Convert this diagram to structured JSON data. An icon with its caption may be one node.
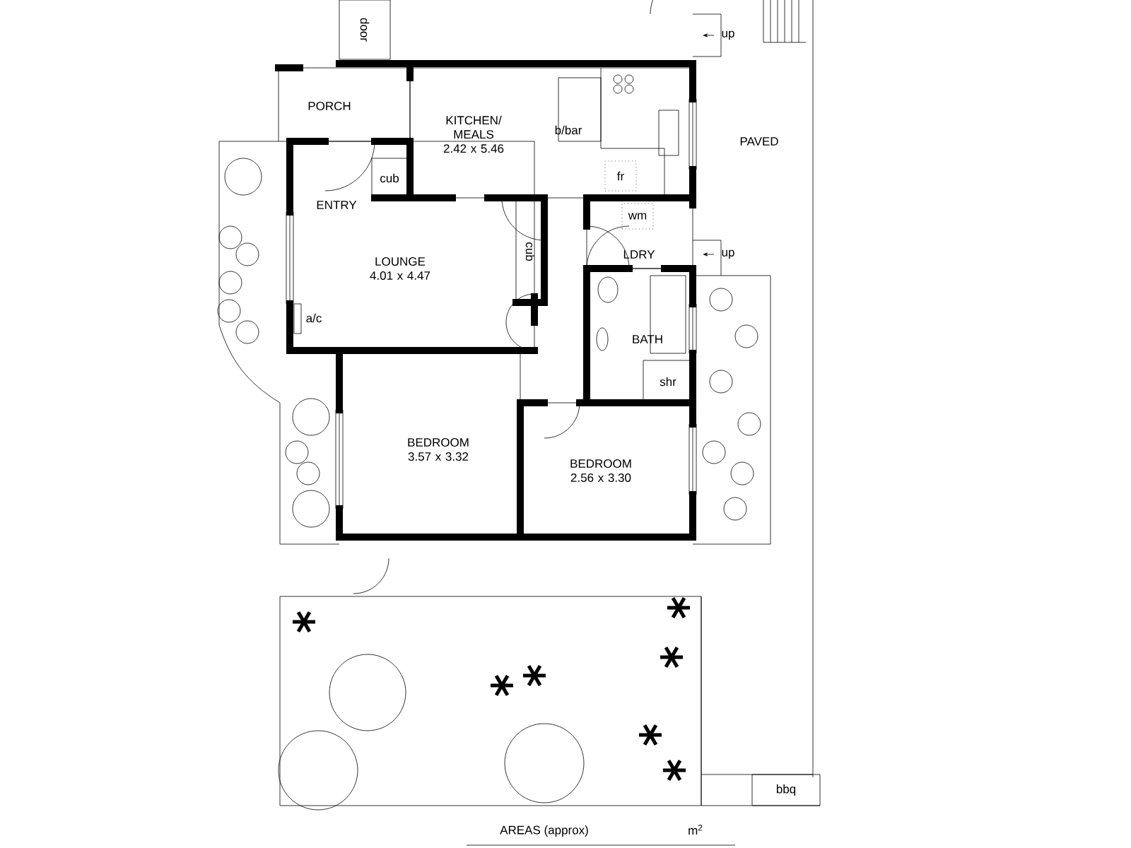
{
  "diagram": {
    "nodes": [
      {
        "text": [
          "door"
        ]
      },
      {
        "text": [
          "PORCH"
        ]
      },
      {
        "text": [
          "KITCHEN/ MEALS",
          "2.42 x 5.46"
        ]
      },
      {
        "text": [
          "cub"
        ],
        "in": 6
      },
      {
        "text": [
          "fr"
        ],
        "in": 2
      },
      {
        "text": [
          "wm"
        ],
        "in": 8
      },
      {
        "text": [
          "LOUNGE",
          "4.01 x 4.47"
        ]
      },
      {
        "text": [
          "cub"
        ]
      },
      {
        "text": [
          "LDRY"
        ]
      },
      {
        "text": [
          "BATH"
        ]
      },
      {
        "text": [
          "shr"
        ],
        "in": 9
      },
      {
        "text": [
          "BEDROOM",
          "3.57 x 3.32"
        ]
      },
      {
        "text": [
          "BEDROOM",
          "2.56 x 3.30"
        ]
      },
      {
        "text": [
          "bbq"
        ]
      }
    ],
    "edges": [],
    "labels": [
      "up",
      "b/bar",
      "PAVED",
      "ENTRY",
      "up",
      "a/c",
      "AREAS (approx)",
      "m$^{2}$"
    ]
  }
}
